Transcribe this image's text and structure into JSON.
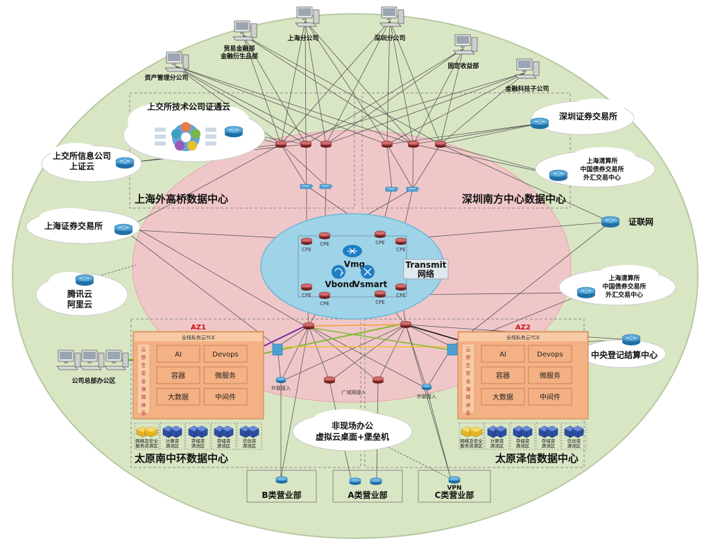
{
  "colors": {
    "outer": "#d9e6c4",
    "middle": "#f0c7c9",
    "inner": "#9fd3e8",
    "router": "#2f8bc0",
    "az": "#f4b183"
  },
  "outer_pcs": [
    {
      "label": "资产管理分公司",
      "lines": [
        "资产管理分公司"
      ]
    },
    {
      "label": "贸易金融部 金融衍生品部",
      "lines": [
        "贸易金融部",
        "金融衍生品部"
      ]
    },
    {
      "label": "上海分公司",
      "lines": [
        "上海分公司"
      ]
    },
    {
      "label": "深圳分公司",
      "lines": [
        "深圳分公司"
      ]
    },
    {
      "label": "固定收益部",
      "lines": [
        "固定收益部"
      ]
    },
    {
      "label": "金融科技子公司",
      "lines": [
        "金融科技子公司"
      ]
    }
  ],
  "clouds": {
    "sse_tech": "上交所技术公司证通云",
    "sse_info": [
      "上交所信息公司",
      "上证云"
    ],
    "sse": "上海证券交易所",
    "tencent": [
      "腾讯云",
      "阿里云"
    ],
    "szse": "深圳证券交易所",
    "sh_clearing_top": [
      "上海清算所",
      "中国债券交易所",
      "外汇交易中心"
    ],
    "sh_clearing_bottom": [
      "上海清算所",
      "中国债券交易所",
      "外汇交易中心"
    ],
    "offsite": [
      "非现场办公",
      "虚拟云桌面+堡垒机"
    ]
  },
  "labels": {
    "cslian": "证联网",
    "hq_office": "公司总部办公区",
    "csdc": "中央登记结算中心",
    "dc_sh": "上海外高桥数据中心",
    "dc_sz": "深圳南方中心数据中心",
    "dc_ty_nan": "太原南中环数据中心",
    "dc_ty_ze": "太原泽信数据中心",
    "transmit": [
      "Transmit",
      "网络"
    ],
    "vmg": "Vmg",
    "vbond": "Vbond",
    "vsmart": "Vsmart",
    "cpe": "CPE",
    "outer_access": "外联接入",
    "wan_access": "广域网接入"
  },
  "az_panels": [
    {
      "title": "AZ1",
      "subtitle": "全栈私有云TCE",
      "side": "云原生安全保障体系",
      "cells": [
        "AI",
        "Devops",
        "容器",
        "微服务",
        "大数据",
        "中间件"
      ],
      "resources": [
        "网络及安全服务资源区",
        "计算资源池区",
        "存储资源池区",
        "存储资源池区",
        "信创资源池区"
      ]
    },
    {
      "title": "AZ2",
      "subtitle": "全栈私有云TCE",
      "side": "云原生安全保障体系",
      "cells": [
        "AI",
        "Devops",
        "容器",
        "微服务",
        "大数据",
        "中间件"
      ],
      "resources": [
        "网络及安全服务资源区",
        "计算资源池区",
        "存储资源池区",
        "存储资源池区",
        "信创资源池区"
      ]
    }
  ],
  "branches": [
    {
      "label": "B类营业部",
      "vpn": ""
    },
    {
      "label": "A类营业部",
      "vpn": ""
    },
    {
      "label": "C类营业部",
      "vpn": "VPN"
    }
  ]
}
